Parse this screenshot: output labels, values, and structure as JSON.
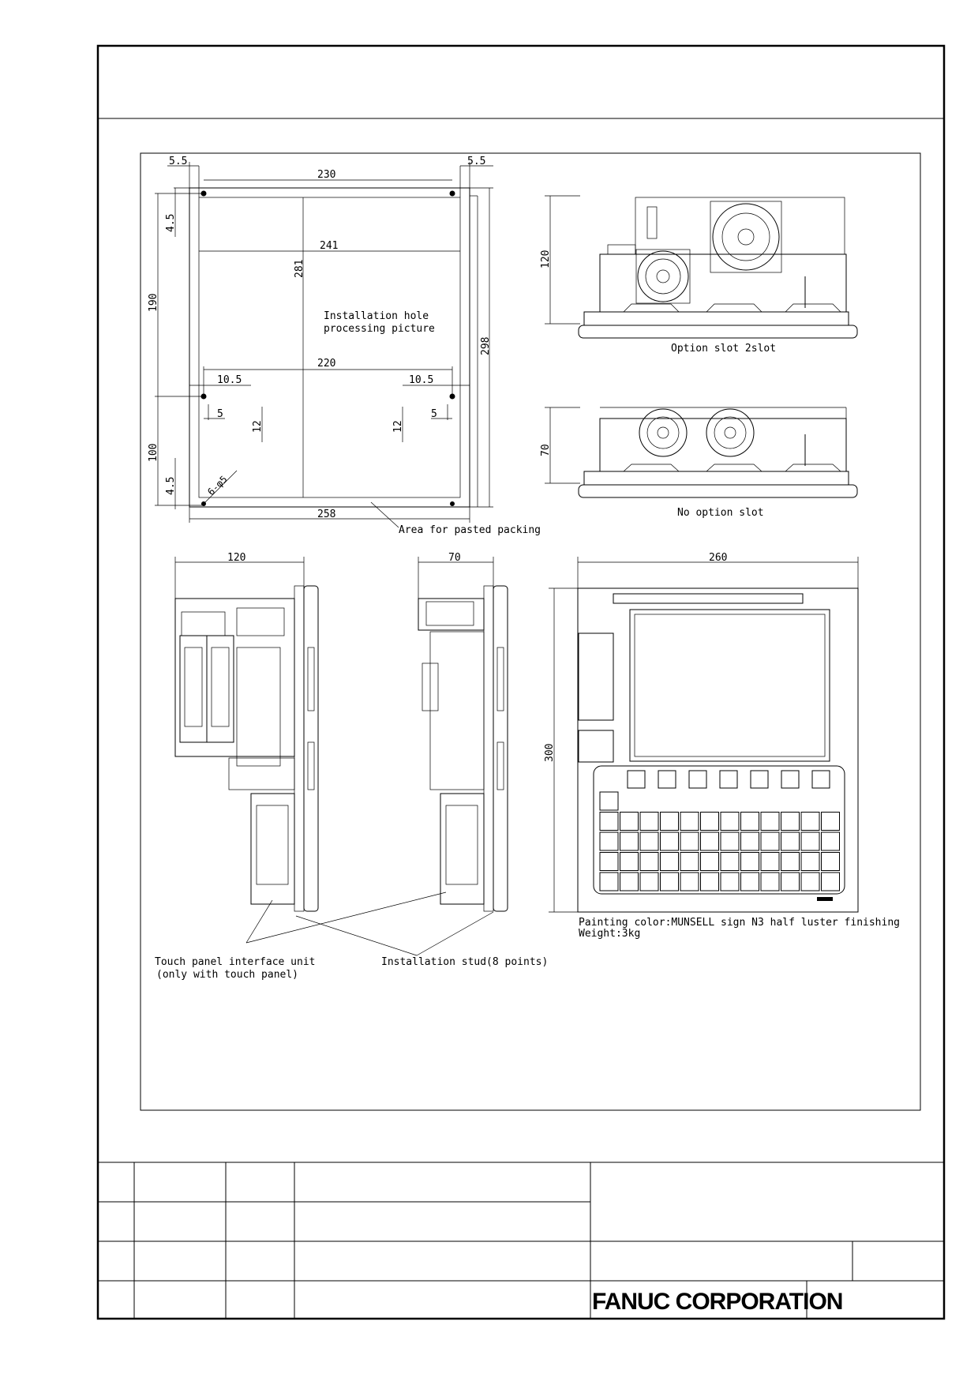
{
  "frame": {
    "company": "FANUC CORPORATION"
  },
  "cutout": {
    "dims": {
      "top_left_margin": "5.5",
      "top_right_margin": "5.5",
      "hole_pitch_top": "230",
      "inner_width": "241",
      "inner_height": "281",
      "outer_height": "298",
      "hole_pitch_mid": "220",
      "left_offset": "10.5",
      "right_offset": "10.5",
      "left_small": "5",
      "right_small": "5",
      "left_vert": "12",
      "right_vert": "12",
      "top_offset": "4.5",
      "bottom_offset": "4.5",
      "upper_pitch": "190",
      "lower_pitch": "100",
      "hole_spec": "6-φ5",
      "outer_width": "258"
    },
    "label_line1": "Installation hole",
    "label_line2": "processing picture",
    "packing_note": "Area for pasted packing"
  },
  "top_views": {
    "slot2_height": "120",
    "slot2_caption": "Option slot 2slot",
    "noslot_height": "70",
    "noslot_caption": "No option slot"
  },
  "side_views": {
    "left_width": "120",
    "mid_width": "70",
    "touch_note_line1": "Touch panel interface unit",
    "touch_note_line2": "(only with touch panel)",
    "stud_note": "Installation stud(8 points)"
  },
  "front_view": {
    "width": "260",
    "height": "300",
    "paint_note": "Painting color:MUNSELL sign N3 half luster finishing",
    "weight_note": "Weight:3kg"
  }
}
